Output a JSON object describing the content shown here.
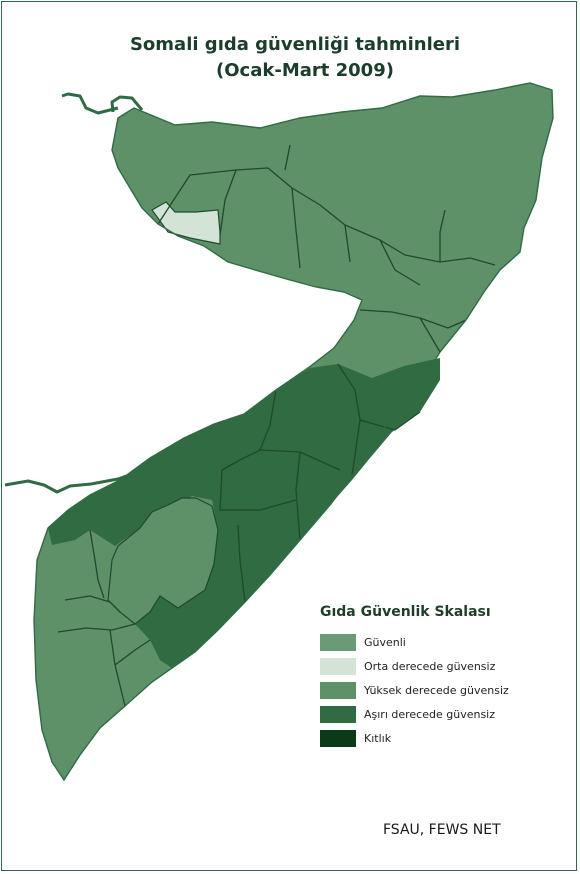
{
  "title_line1": "Somali  gıda güvenliği tahminleri",
  "title_line2": "(Ocak-Mart 2009)",
  "legend": {
    "title": "Gıda Güvenlik Skalası",
    "items": [
      {
        "label": "Güvenli",
        "color": "#6a9a76"
      },
      {
        "label": "Orta derecede güvensiz",
        "color": "#d3e3d6"
      },
      {
        "label": "Yüksek derecede güvensiz",
        "color": "#5f9168"
      },
      {
        "label": "Aşırı derecede güvensiz",
        "color": "#306b41"
      },
      {
        "label": "Kıtlık",
        "color": "#0b3a19"
      }
    ]
  },
  "credit": "FSAU, FEWS NET",
  "colors": {
    "high_insecure": "#5f9168",
    "moderate_insecure": "#d3e3d6",
    "extreme_insecure": "#306b41",
    "border": "#1f4a2c",
    "frame": "#2f6b45"
  },
  "regions": [
    {
      "name": "awdal",
      "category": "high_insecure"
    },
    {
      "name": "moderate-zone",
      "category": "moderate_insecure"
    },
    {
      "name": "northern-somalia",
      "category": "high_insecure"
    },
    {
      "name": "central-somalia",
      "category": "extreme_insecure"
    },
    {
      "name": "southern-band",
      "category": "extreme_insecure"
    },
    {
      "name": "bay-bakool",
      "category": "high_insecure"
    },
    {
      "name": "lower-jubba",
      "category": "high_insecure"
    },
    {
      "name": "lower-shabelle",
      "category": "extreme_insecure"
    }
  ]
}
